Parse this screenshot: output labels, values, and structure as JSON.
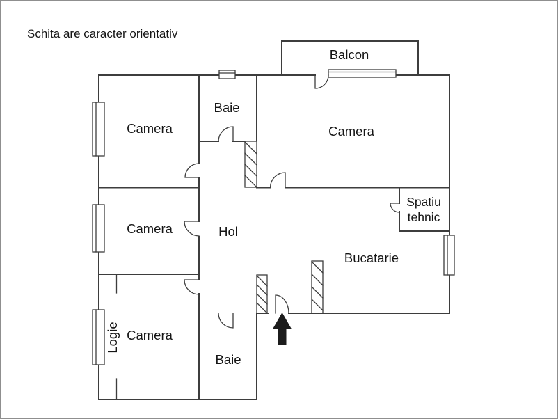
{
  "title": "Schita are caracter orientativ",
  "rooms": {
    "camera_top_left": "Camera",
    "camera_top_right": "Camera",
    "camera_middle": "Camera",
    "camera_bottom": "Camera",
    "baie_top": "Baie",
    "baie_bottom": "Baie",
    "hol": "Hol",
    "balcon": "Balcon",
    "bucatarie": "Bucatarie",
    "spatiu_tehnic_line1": "Spatiu",
    "spatiu_tehnic_line2": "tehnic",
    "logie": "Logie"
  },
  "icons": {
    "entrance_arrow": "up-arrow"
  },
  "colors": {
    "wall": "#3d3d3d",
    "text": "#151515",
    "arrow_fill": "#1c1c1c",
    "frame": "#8f8f8f",
    "background": "#ffffff"
  }
}
